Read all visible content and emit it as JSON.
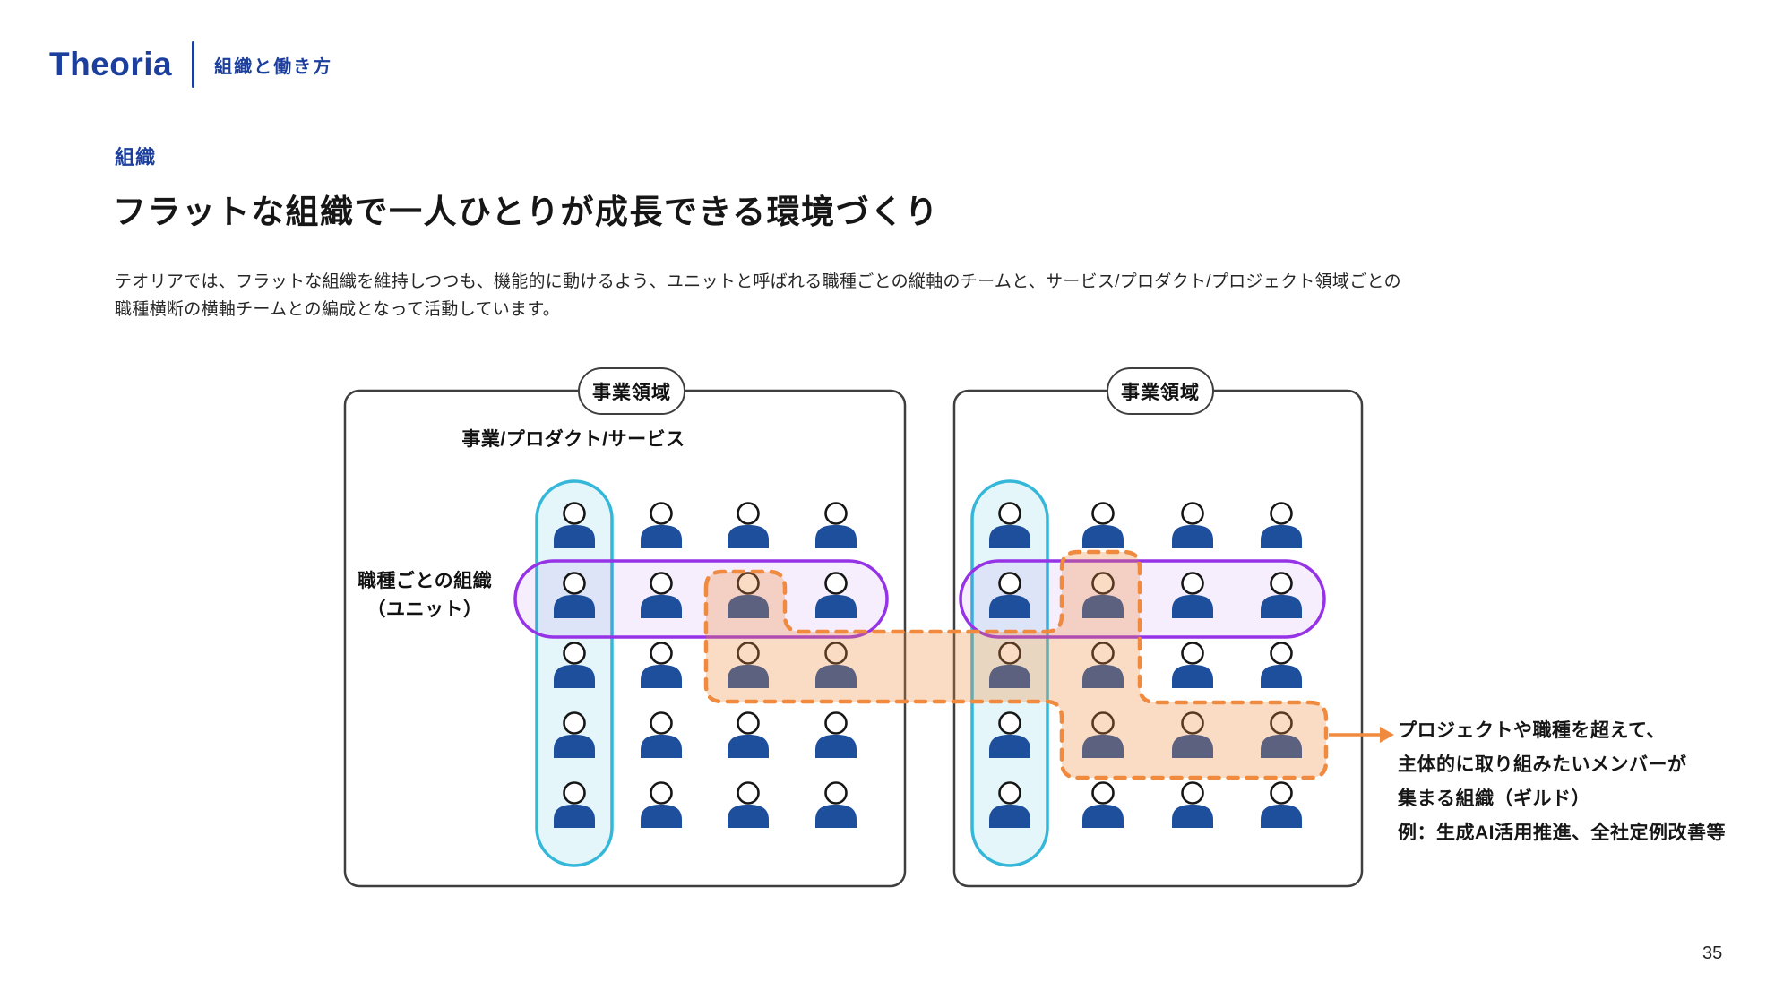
{
  "header": {
    "logo": "Theoria",
    "subtitle": "組織と働き方"
  },
  "section": {
    "tag": "組織",
    "title": "フラットな組織で一人ひとりが成長できる環境づくり",
    "body_lines": [
      "テオリアでは、フラットな組織を維持しつつも、機能的に動けるよう、ユニットと呼ばれる職種ごとの縦軸のチームと、サービス/プロダクト/プロジェクト領域ごとの",
      "職種横断の横軸チームとの編成となって活動しています。"
    ]
  },
  "diagram": {
    "boxes": [
      {
        "badge": "事業領域",
        "rows": 5,
        "cols": 4
      },
      {
        "badge": "事業領域",
        "rows": 5,
        "cols": 4
      }
    ],
    "left_box_label": "事業/プロダクト/サービス",
    "unit_label_lines": [
      "職種ごとの組織",
      "（ユニット）"
    ],
    "guild_note_lines": [
      "プロジェクトや職種を超えて、",
      "主体的に取り組みたいメンバーが",
      "集まる組織（ギルド）",
      "例：生成AI活用推進、全社定例改善等"
    ],
    "colors": {
      "accent_blue": "#1c3f9e",
      "person_blue": "#1e4f9d",
      "unit_vertical_cyan": "#35b7d9",
      "unit_horizontal_purple": "#9633e6",
      "guild_orange": "#f08a3f"
    }
  },
  "page": {
    "number": "35"
  }
}
